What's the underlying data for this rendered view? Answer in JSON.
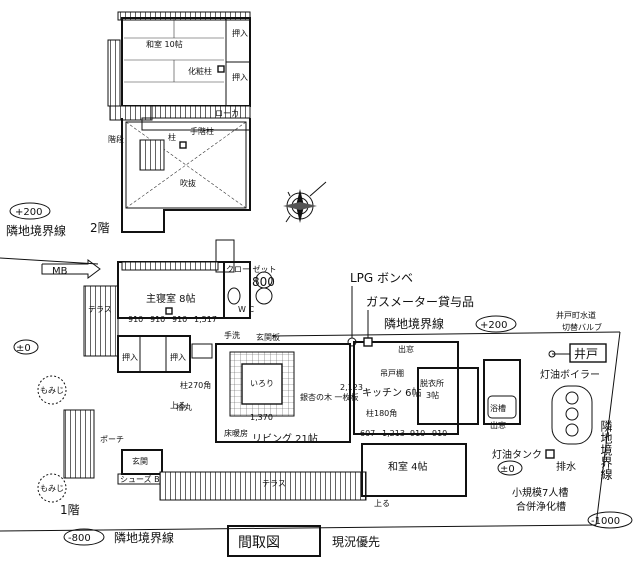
{
  "labels": {
    "washitsu10": "和室 10帖",
    "oshiire": "押入",
    "kesho_bashira": "化粧柱",
    "roka": "ローカ",
    "tesuri": "手階柱",
    "hashira": "柱",
    "kaidan": "階段",
    "fukinuke": "吹抜",
    "level_200": "+200",
    "boundary_left": "隣地境界線",
    "floor2": "2階",
    "num_800": "800",
    "lpg": "LPG ボンベ",
    "gas_meter": "ガスメーター貸与品",
    "ido_valve_1": "井戸町水道",
    "ido_valve_2": "切替バルブ",
    "ido": "井戸",
    "boiler": "灯油ボイラー",
    "mb": "MB",
    "closet": "クロー ゼット",
    "terrace": "テラス",
    "shushinshitsu": "主寝室 8帖",
    "wc": "W C",
    "level_0": "±0",
    "momiji": "もみじ",
    "hashira270": "柱270角",
    "agaru": "上る",
    "hinoki": "檜丸",
    "tearai": "手洗",
    "genkan_ita": "玄関板",
    "irori": "いろり",
    "ichou": "銀杏の木 一枚板",
    "yukadanbo": "床暖房",
    "living": "リビング 21帖",
    "porch": "ポーチ",
    "genkan": "玄関",
    "shoes": "シューズ BOX",
    "shukounou": "出窓",
    "tsuritoda": "吊戸棚",
    "kitchen": "キッチン 6帖",
    "hashira180": "柱180角",
    "datsui": "脱衣所",
    "datsui_size": "3帖",
    "yokushitsu": "浴槽",
    "washitsu4": "和室 4帖",
    "toyu_tank": "灯油タンク",
    "haisui": "排水",
    "jokaso_1": "小規模7人槽",
    "jokaso_2": "合併浄化槽",
    "floor1": "1階",
    "level_minus800": "-800",
    "boundary_bottom": "隣地境界線",
    "title": "間取図",
    "priority": "現況優先",
    "level_minus1000": "-1000",
    "boundary_right": "隣地境界線",
    "dim_910": "910",
    "dim_1517": "1,517",
    "dim_607": "607",
    "dim_1213": "1,213",
    "dim_2123": "2,123",
    "dim_1370": "1,370"
  }
}
